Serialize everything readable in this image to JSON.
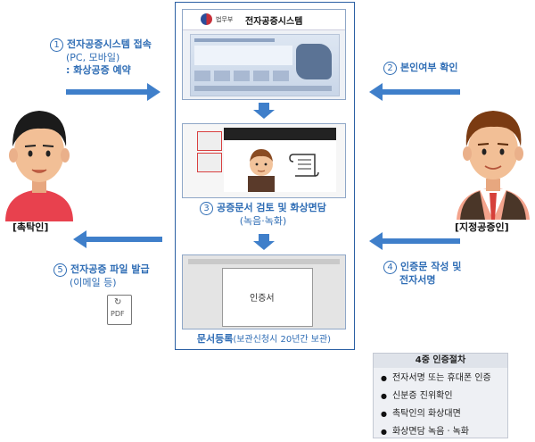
{
  "system": {
    "ministry": "법무부",
    "title": "전자공증시스템"
  },
  "steps": {
    "s1": {
      "num": "1",
      "line1": "전자공증시스템 접속",
      "line2": "(PC, 모바일)",
      "line3": ": 화상공증 예약"
    },
    "s2": {
      "num": "2",
      "line1": "본인여부 확인"
    },
    "s3": {
      "num": "3",
      "line1": "공증문서 검토 및 화상면담",
      "line2": "(녹음·녹화)"
    },
    "s4": {
      "num": "4",
      "line1": "인증문 작성 및",
      "line2": "전자서명"
    },
    "s5": {
      "num": "5",
      "line1": "전자공증 파일 발급",
      "line2": "(이메일 등)"
    }
  },
  "actors": {
    "left": "[촉탁인]",
    "right": "[지정공증인]"
  },
  "registration": {
    "bold": "문서등록",
    "rest": "(보관신청시 20년간 보관)"
  },
  "document_text": "인증서",
  "pdf_label": "PDF",
  "legend": {
    "title": "4중 인증절차",
    "items": [
      "전자서명 또는 휴대폰 인증",
      "신분증 진위확인",
      "촉탁인의 화상대면",
      "화상면담 녹음ㆍ녹화"
    ]
  }
}
